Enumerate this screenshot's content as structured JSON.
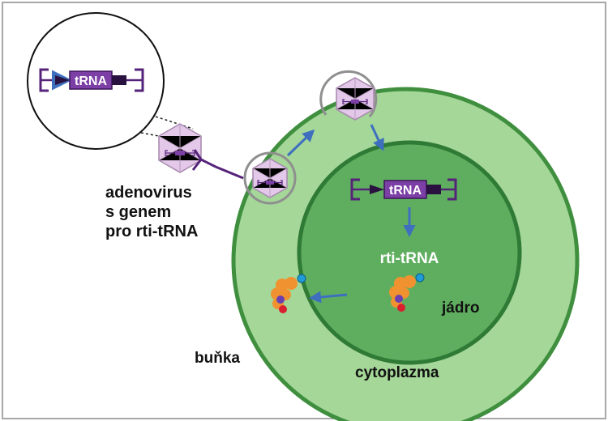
{
  "labels": {
    "gene_box": "tRNA",
    "virus_caption": [
      "adenovirus",
      "s genem",
      "pro rti-tRNA"
    ],
    "rti_trna": "rti-tRNA",
    "nucleus": "jádro",
    "cell": "buňka",
    "cytoplasm": "cytoplazma"
  },
  "colors": {
    "frame": "#8a8a8a",
    "cell_outer": "#a4d798",
    "cell_border": "#3f8f3f",
    "nucleus": "#5fae5f",
    "nucleus_border": "#2f7a35",
    "construct": "#55237a",
    "gene_box": "#7c3fa6",
    "capsid": "#e3c8ea",
    "arrow": "#3e6fbf",
    "protein": "#f0922f",
    "dot_blue": "#1f9bd7",
    "dot_purple": "#6a3fb0",
    "dot_red": "#d92030"
  },
  "icons": {
    "capsid": "icosahedral-virus-icon",
    "receptor": "y-shaped-receptor-icon",
    "protein": "folded-protein-icon"
  }
}
